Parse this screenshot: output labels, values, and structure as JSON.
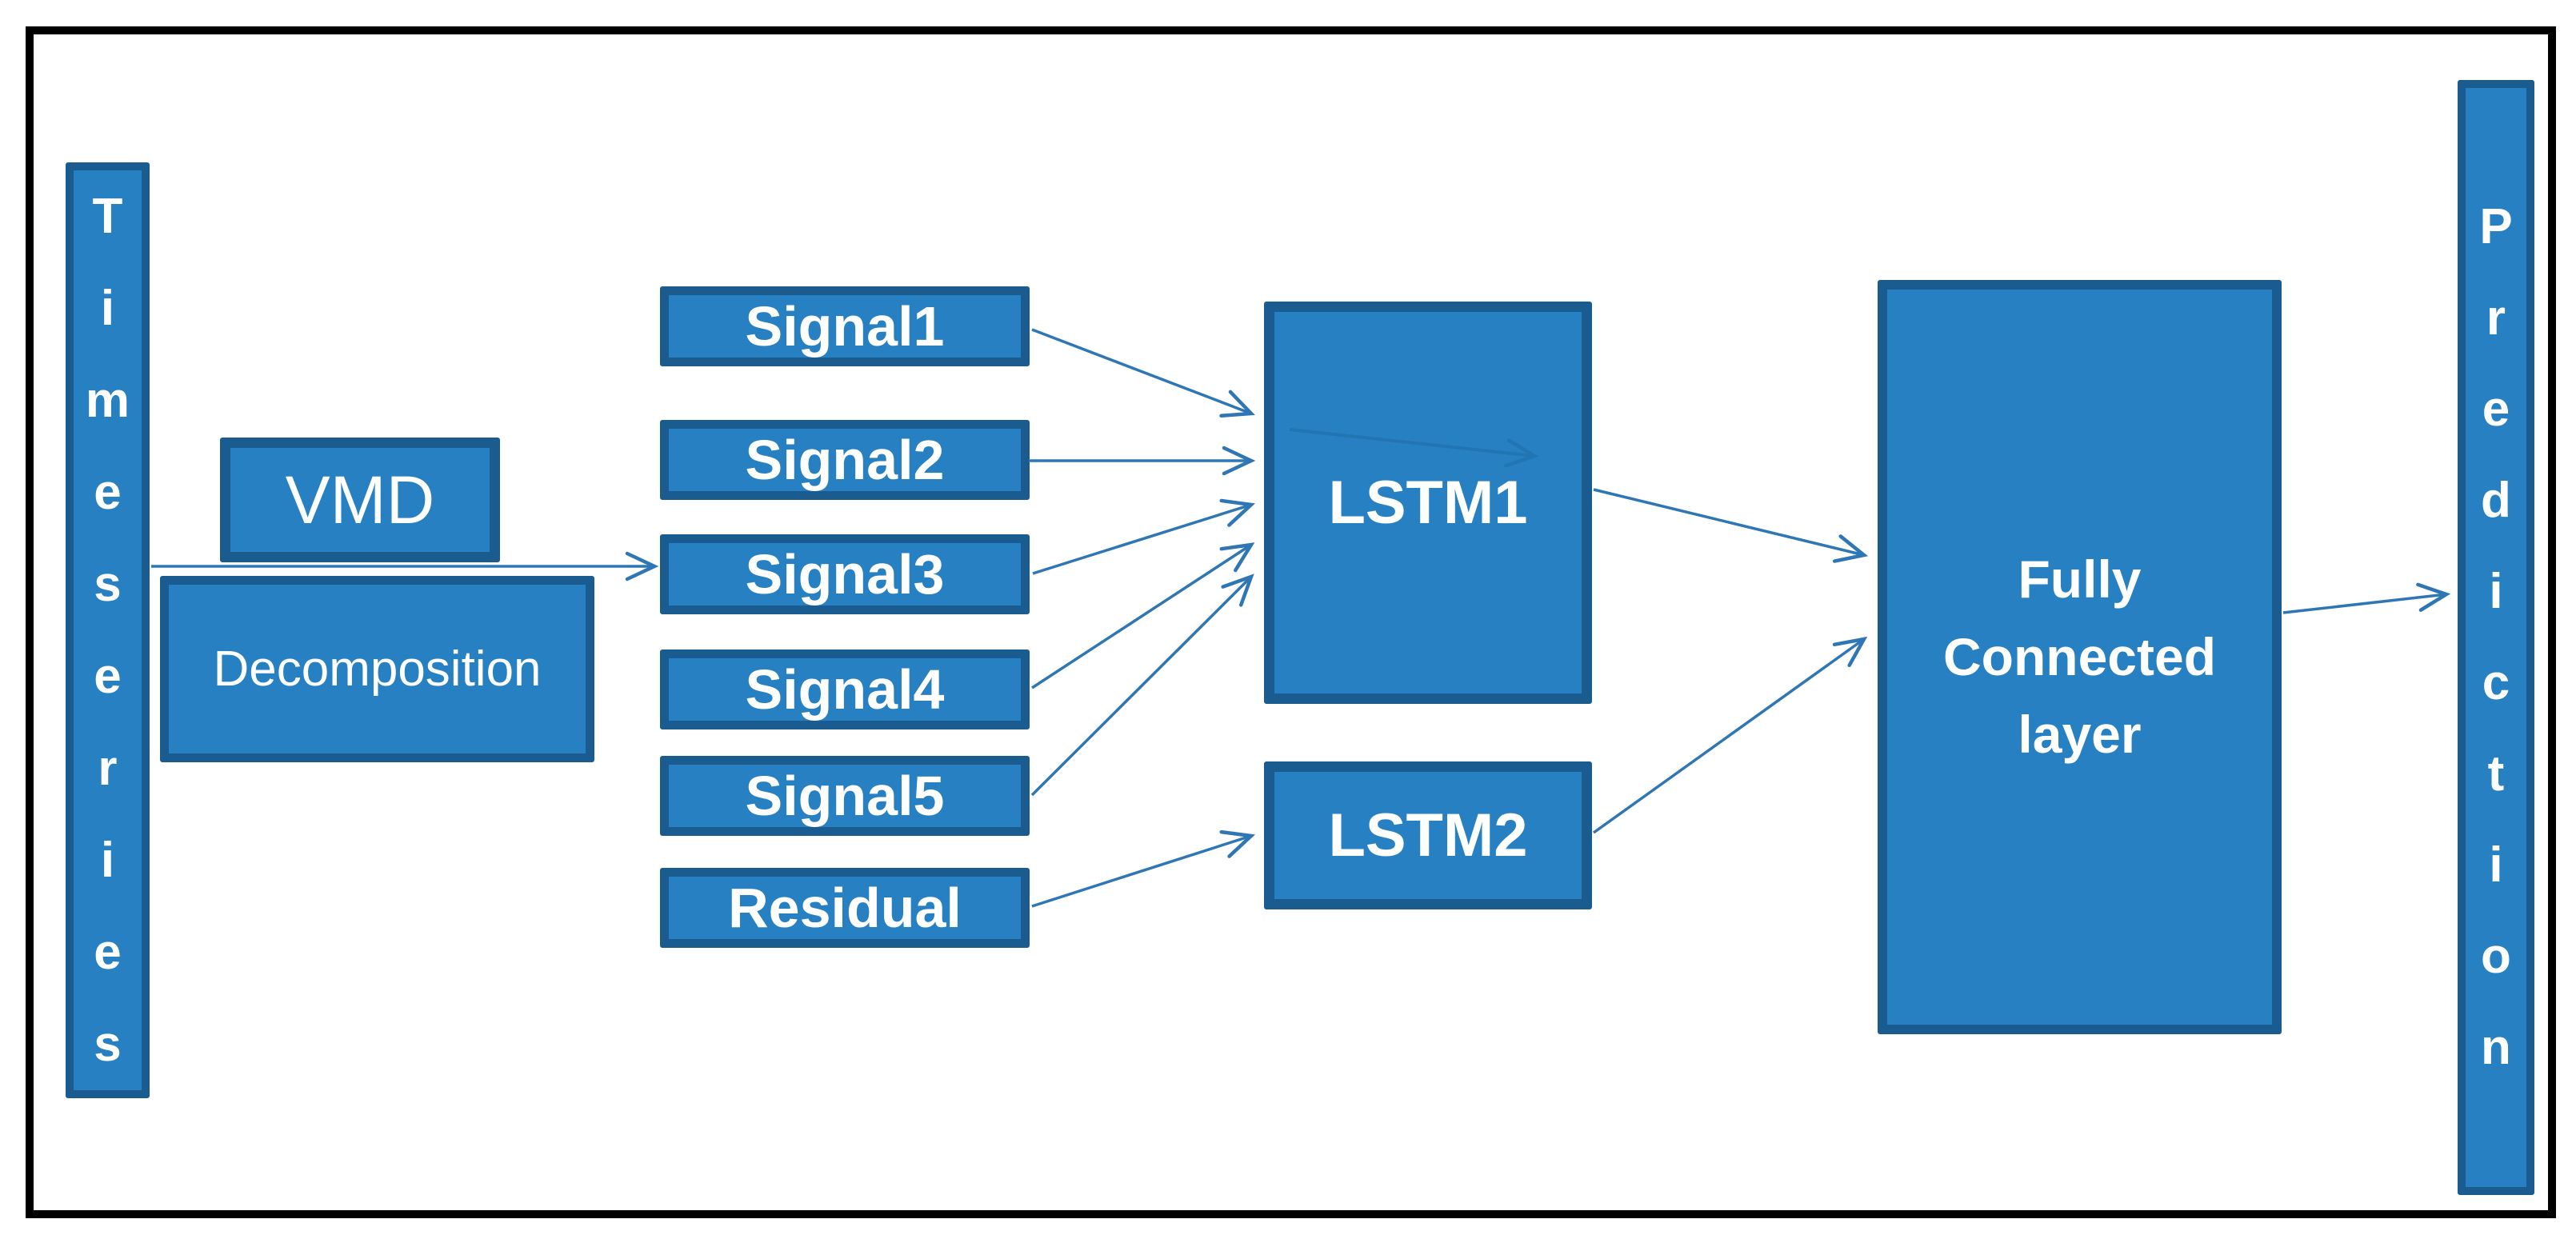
{
  "diagram": {
    "nodes": {
      "timeseries": {
        "label": "Timeseries"
      },
      "vmd": {
        "label": "VMD"
      },
      "decomposition": {
        "label": "Decomposition"
      },
      "signal1": {
        "label": "Signal1"
      },
      "signal2": {
        "label": "Signal2"
      },
      "signal3": {
        "label": "Signal3"
      },
      "signal4": {
        "label": "Signal4"
      },
      "signal5": {
        "label": "Signal5"
      },
      "residual": {
        "label": "Residual"
      },
      "lstm1": {
        "label": "LSTM1"
      },
      "lstm2": {
        "label": "LSTM2"
      },
      "fully_connected": {
        "label": "Fully Connected layer"
      },
      "prediction": {
        "label": "Prediction"
      }
    },
    "edges": [
      {
        "from": "Timeseries",
        "to": "Signal3"
      },
      {
        "from": "Signal1",
        "to": "LSTM1"
      },
      {
        "from": "Signal2",
        "to": "LSTM1"
      },
      {
        "from": "Signal3",
        "to": "LSTM1"
      },
      {
        "from": "Signal4",
        "to": "LSTM1"
      },
      {
        "from": "Signal5",
        "to": "LSTM1"
      },
      {
        "from": "Residual",
        "to": "LSTM2"
      },
      {
        "from": "LSTM1",
        "to": "Fully Connected layer"
      },
      {
        "from": "LSTM2",
        "to": "Fully Connected layer"
      },
      {
        "from": "Fully Connected layer",
        "to": "Prediction"
      }
    ],
    "colors": {
      "node_fill": "#2680C1",
      "node_border": "#1A5C8F",
      "arrow": "#2E76B4",
      "frame": "#000000",
      "text": "#FFFFFF",
      "background": "#FFFFFF"
    }
  }
}
